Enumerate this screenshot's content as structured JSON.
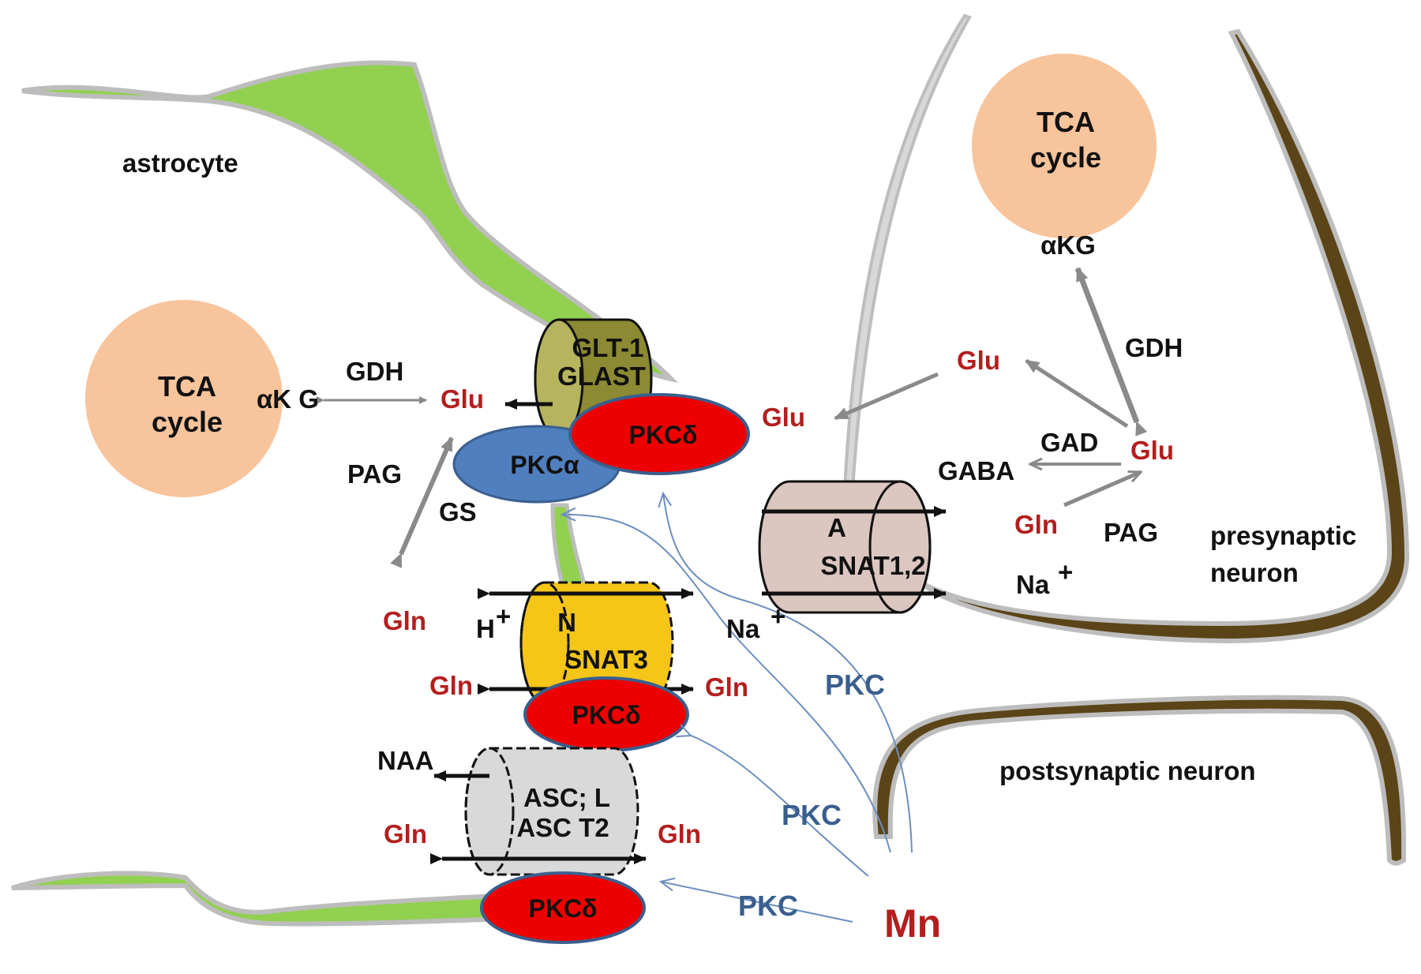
{
  "regions": {
    "astrocyte": "astrocyte",
    "presynaptic_line1": "presynaptic",
    "presynaptic_line2": "neuron",
    "postsynaptic": "postsynaptic  neuron"
  },
  "astrocyte": {
    "tca_line1": "TCA",
    "tca_line2": "cycle",
    "akg": "αK G",
    "gdh": "GDH",
    "glu": "Glu",
    "pag": "PAG",
    "gs": "GS"
  },
  "neuron": {
    "tca_line1": "TCA",
    "tca_line2": "cycle",
    "akg": "αKG",
    "gdh": "GDH",
    "glu_upper": "Glu",
    "glu_lower": "Glu",
    "gad": "GAD",
    "gaba": "GABA",
    "gln": "Gln",
    "pag": "PAG",
    "na": "Na",
    "na_sup": "+"
  },
  "synapse": {
    "glu": "Glu",
    "system_a_line1": "A",
    "system_a_line2": "SNAT1,2",
    "na": "Na",
    "na_sup": "+"
  },
  "transporters": {
    "glt_line1": "GLT-1",
    "glt_line2": "GLAST",
    "snat3_line1": "N",
    "snat3_line2": "SNAT3",
    "asct_line1": "ASC; L",
    "asct_line2": "ASC T2"
  },
  "kinases": {
    "pkc_alpha": "PKCα",
    "pkc_delta_1": "PKCδ",
    "pkc_delta_2": "PKCδ",
    "pkc_delta_3": "PKCδ"
  },
  "snat3_side": {
    "gln_top": "Gln",
    "h": "H",
    "h_sup": "+",
    "gln_left": "Gln",
    "gln_right": "Gln"
  },
  "asct_side": {
    "naa": "NAA",
    "gln_left": "Gln",
    "gln_right": "Gln"
  },
  "manganese": {
    "mn": "Mn",
    "pkc_upper": "PKC",
    "pkc_middle": "PKC",
    "pkc_lower": "PKC"
  },
  "colors": {
    "astrocyte_membrane": "#92d050",
    "neuron_membrane": "#5a4418",
    "membrane_outline": "#bdbdbd",
    "tca": "#f8c49c",
    "glt": "#8c8a32",
    "snat3": "#f5c518",
    "asct": "#d9d9d9",
    "system_a": "#dcc6c0",
    "pkc_delta": "#ee0000",
    "pkc_alpha": "#4f7fbf",
    "regulation_arrow": "#6d8fbf",
    "metabolite_red": "#b41e1e",
    "pkc_label_blue": "#3a5f8e"
  }
}
